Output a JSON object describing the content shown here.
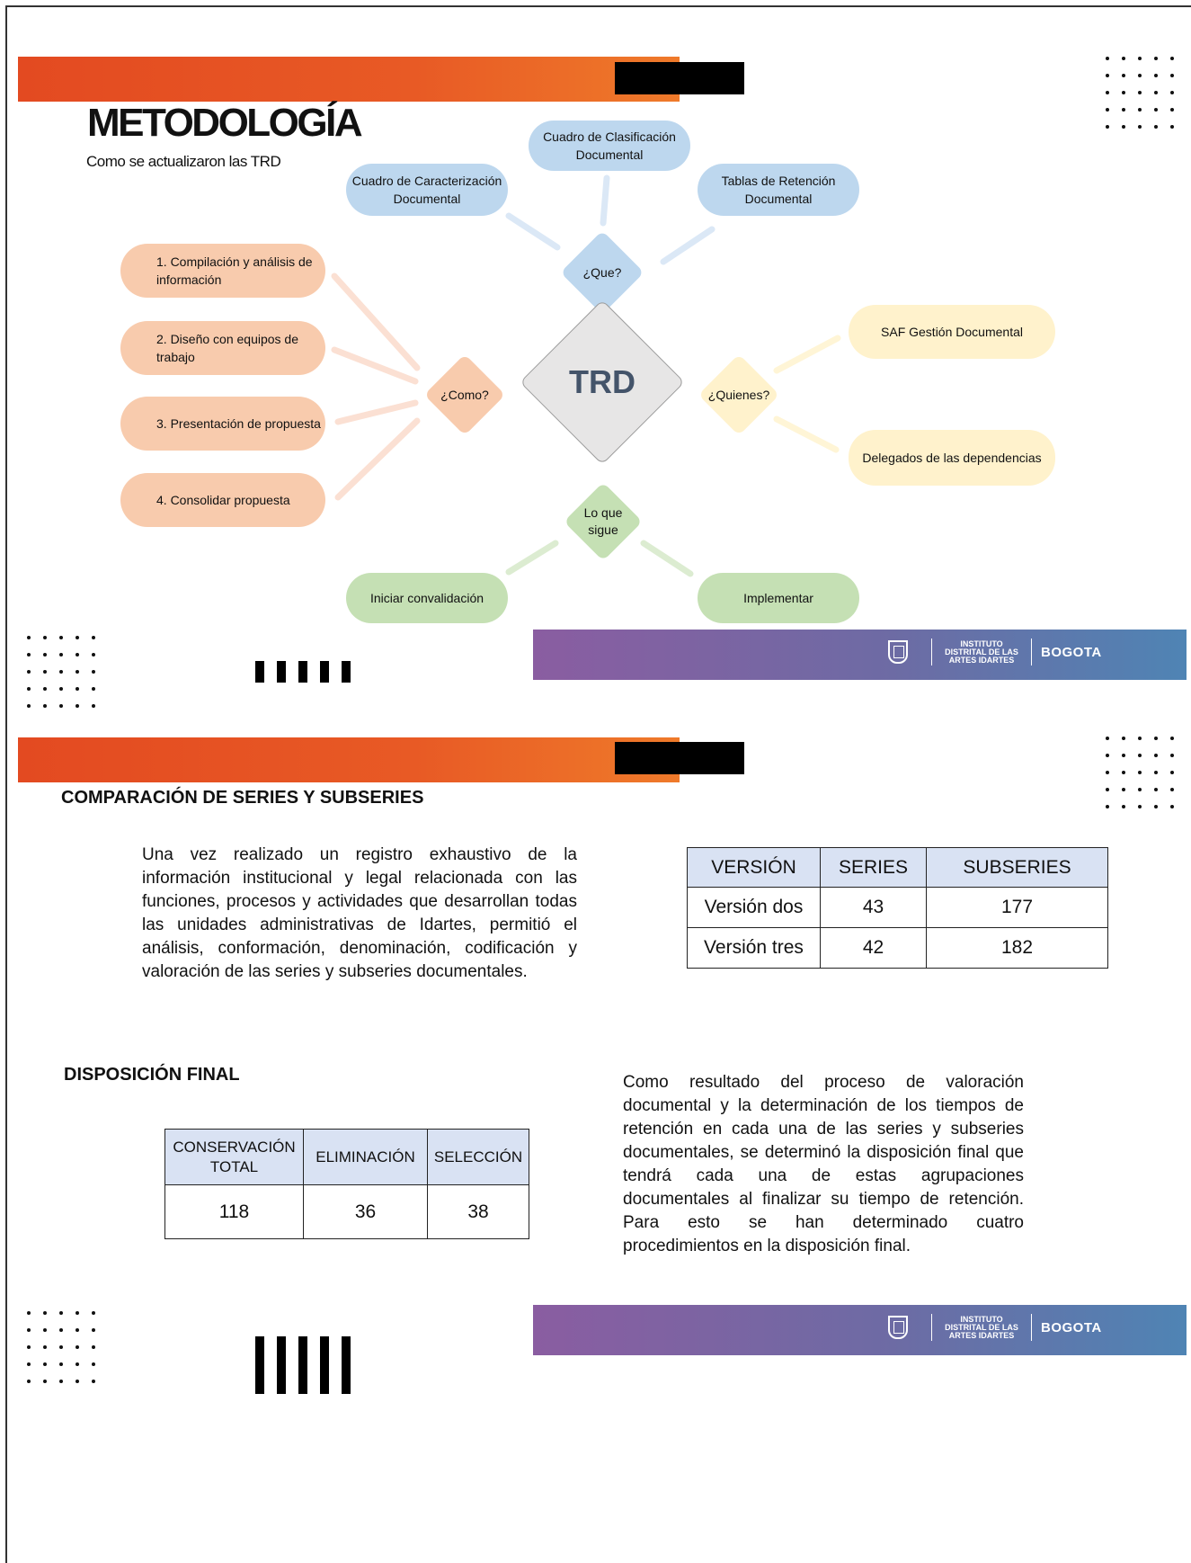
{
  "slide1": {
    "title": "METODOLOGÍA",
    "subtitle": "Como se actualizaron las TRD",
    "center": "TRD",
    "que": {
      "label": "¿Que?",
      "items": [
        "Cuadro de Caracterización Documental",
        "Cuadro de Clasificación Documental",
        "Tablas de Retención Documental"
      ]
    },
    "como": {
      "label": "¿Como?",
      "items": [
        "1. Compilación y análisis de información",
        "2. Diseño con equipos de trabajo",
        "3. Presentación de propuesta",
        "4. Consolidar propuesta"
      ]
    },
    "quienes": {
      "label": "¿Quienes?",
      "items": [
        "SAF Gestión Documental",
        "Delegados de las dependencias"
      ]
    },
    "sigue": {
      "label": "Lo que sigue",
      "items": [
        "Iniciar convalidación",
        "Implementar"
      ]
    }
  },
  "slide2": {
    "series_heading": "COMPARACIÓN DE SERIES Y SUBSERIES",
    "series_paragraph": "Una vez realizado un registro exhaustivo de la información institucional y legal relacionada con las funciones, procesos y actividades que desarrollan todas las unidades administrativas de Idartes, permitió el análisis, conformación, denominación, codificación y valoración de las series y subseries documentales.",
    "series_table": {
      "headers": [
        "VERSIÓN",
        "SERIES",
        "SUBSERIES"
      ],
      "rows": [
        [
          "Versión dos",
          "43",
          "177"
        ],
        [
          "Versión tres",
          "42",
          "182"
        ]
      ]
    },
    "disposicion_heading": "DISPOSICIÓN FINAL",
    "disposicion_table": {
      "headers": [
        "CONSERVACIÓN TOTAL",
        "ELIMINACIÓN",
        "SELECCIÓN"
      ],
      "values": [
        "118",
        "36",
        "38"
      ]
    },
    "disposicion_paragraph": "Como resultado del proceso de valoración documental y la determinación de los tiempos de retención en cada una de las series y subseries documentales, se determinó la disposición final que tendrá cada una de estas agrupaciones documentales al finalizar su tiempo de retención. Para esto se han determinado cuatro procedimientos en la disposición final."
  },
  "footer_logos": {
    "instituto": "INSTITUTO DISTRITAL DE LAS ARTES IDARTES",
    "bogota": "BOGOTA"
  },
  "colors": {
    "orange": "#e34a21",
    "purple_start": "#8a5da1",
    "blue_end": "#4f84b4",
    "blue_node": "#bdd7ee",
    "peach_node": "#f8cbad",
    "yellow_node": "#fff2cc",
    "green_node": "#c5e0b4",
    "center_node": "#e7e6e6"
  }
}
